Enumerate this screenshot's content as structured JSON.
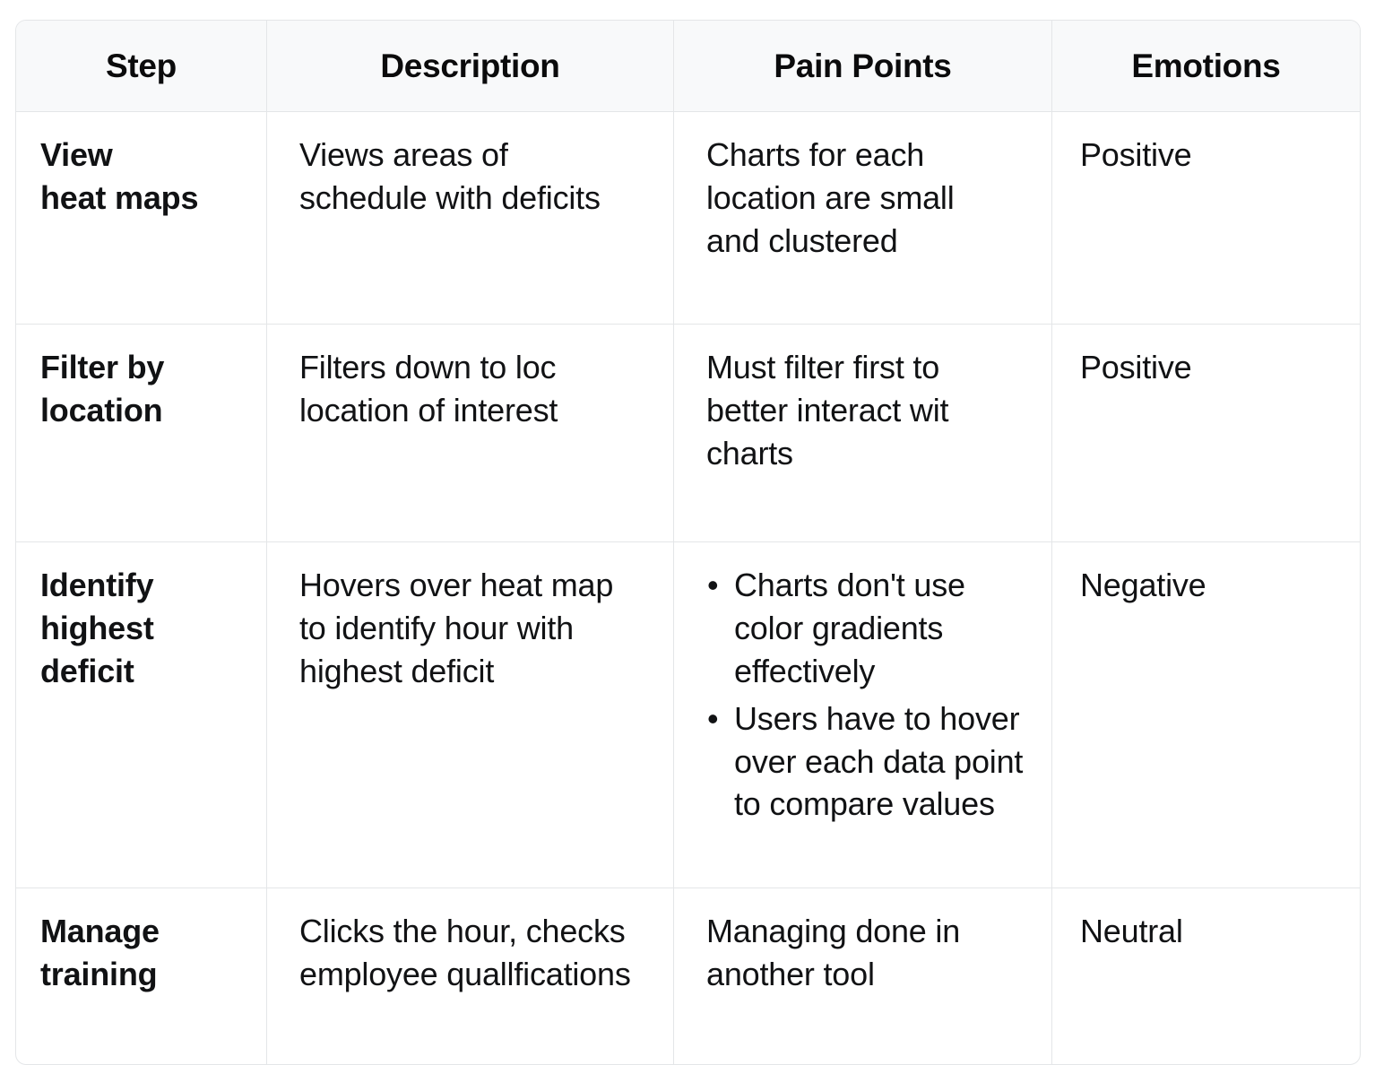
{
  "table": {
    "columns": [
      {
        "key": "step",
        "label": "Step"
      },
      {
        "key": "description",
        "label": "Description"
      },
      {
        "key": "pain_points",
        "label": "Pain Points"
      },
      {
        "key": "emotions",
        "label": "Emotions"
      }
    ],
    "rows": [
      {
        "step_lines": [
          "View",
          "heat maps"
        ],
        "description_lines": [
          "Views areas of",
          "schedule with deficits"
        ],
        "pain_points_lines": [
          "Charts for each",
          "location are small",
          "and clustered"
        ],
        "pain_points_bulleted": false,
        "emotions": "Positive"
      },
      {
        "step_lines": [
          "Filter by",
          "location"
        ],
        "description_lines": [
          "Filters down to loc",
          "location of interest"
        ],
        "pain_points_lines": [
          "Must filter first to",
          "better interact wit",
          "charts"
        ],
        "pain_points_bulleted": false,
        "emotions": "Positive"
      },
      {
        "step_lines": [
          "Identify",
          "highest",
          "deficit"
        ],
        "description_lines": [
          "Hovers over heat map",
          "to identify hour with",
          "highest deficit"
        ],
        "pain_points_bulleted": true,
        "pain_points_bullets": [
          {
            "bullet": "•",
            "lines": [
              "Charts don't use",
              "color gradients",
              "effectively"
            ]
          },
          {
            "bullet": "•",
            "lines": [
              "Users have to hover",
              "over each data point",
              "to compare values"
            ]
          }
        ],
        "emotions": "Negative"
      },
      {
        "step_lines": [
          "Manage",
          "training"
        ],
        "description_lines": [
          "Clicks the hour, checks",
          "employee quallfications"
        ],
        "pain_points_lines": [
          "Managing done in",
          "another tool"
        ],
        "pain_points_bulleted": false,
        "emotions": "Neutral"
      }
    ]
  },
  "style": {
    "header_background": "#f8f9fa",
    "border_color": "#e4e6e8",
    "text_color": "#111214",
    "page_background": "#ffffff"
  }
}
